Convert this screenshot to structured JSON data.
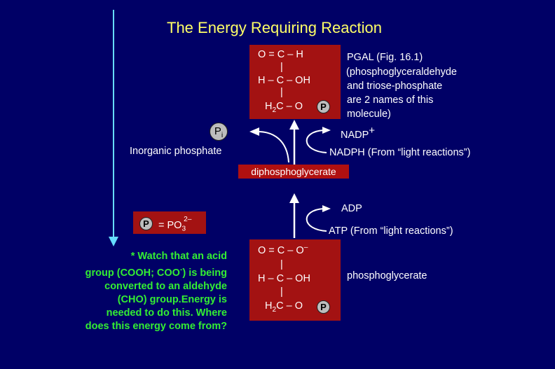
{
  "title": "The Energy Requiring Reaction",
  "pgal": {
    "line1": "O = C – H",
    "bar1": "|",
    "line2": "H – C – OH",
    "bar2": "|",
    "line3_main": "H",
    "line3_sub": "2",
    "line3_rest": "C – O",
    "p_symbol": "P",
    "caption_lines": [
      "PGAL (Fig. 16.1)",
      "(phosphoglyceraldehyde",
      "and triose-phosphate",
      "are 2 names of this",
      "molecule)"
    ]
  },
  "nadp": {
    "label": "NADP",
    "sup": "+"
  },
  "nadph": {
    "label": "NADPH (From “light reactions”)"
  },
  "pi": {
    "main": "P",
    "sub": "i",
    "label": "Inorganic phosphate"
  },
  "diphospho": {
    "label": "diphosphoglycerate"
  },
  "adp": {
    "label": "ADP"
  },
  "atp": {
    "label": "ATP (From “light reactions”)"
  },
  "phospho": {
    "line1": "O = C – O",
    "line1_sup": "–",
    "bar1": "|",
    "line2": "H – C – OH",
    "bar2": "|",
    "line3_main": "H",
    "line3_sub": "2",
    "line3_rest": "C – O",
    "p_symbol": "P",
    "caption": "phosphoglycerate"
  },
  "legend": {
    "p_symbol": "P",
    "eq": "= PO",
    "sub": "3",
    "sup": "2–"
  },
  "note_lines": [
    "* Watch that an acid",
    "group (COOH; COO",
    "-",
    ") is being",
    "converted to an aldehyde",
    "(CHO) group.Energy is",
    "needed to do this. Where",
    "does this energy come from?"
  ]
}
